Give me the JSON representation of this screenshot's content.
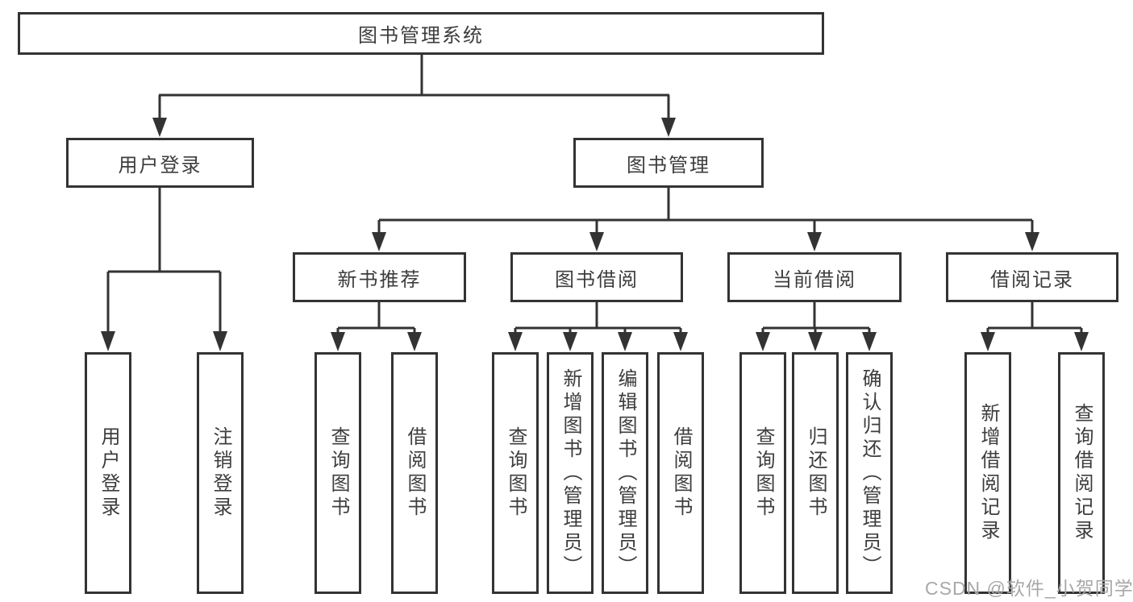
{
  "diagram": {
    "root": {
      "label": "图书管理系统"
    },
    "branches": [
      {
        "label": "用户登录",
        "leaves": [
          "用户登录",
          "注销登录"
        ]
      },
      {
        "label": "图书管理",
        "groups": [
          {
            "label": "新书推荐",
            "leaves": [
              "查询图书",
              "借阅图书"
            ]
          },
          {
            "label": "图书借阅",
            "leaves": [
              "查询图书",
              "新增图书（管理员）",
              "编辑图书（管理员）",
              "借阅图书"
            ]
          },
          {
            "label": "当前借阅",
            "leaves": [
              "查询图书",
              "归还图书",
              "确认归还（管理员）"
            ]
          },
          {
            "label": "借阅记录",
            "leaves": [
              "新增借阅记录",
              "查询借阅记录"
            ]
          }
        ]
      }
    ]
  },
  "watermark": {
    "text": "CSDN @软件_小贺同学"
  },
  "colors": {
    "line": "#333333",
    "text": "#3d3d3d",
    "watermark": "#a8a8a8",
    "background": "#ffffff"
  }
}
